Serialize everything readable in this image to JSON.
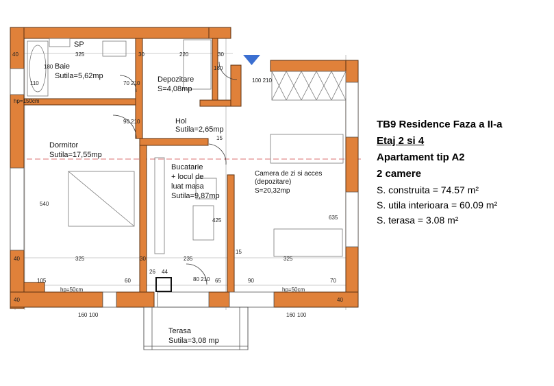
{
  "rooms": {
    "sp": "SP",
    "baie": {
      "name": "Baie",
      "area": "Sutila=5,62mp"
    },
    "depozitare": {
      "name": "Depozitare",
      "area": "S=4,08mp"
    },
    "hol": {
      "name": "Hol",
      "area": "Sutila=2,65mp"
    },
    "dormitor": {
      "name": "Dormitor",
      "area": "Sutila=17,55mp"
    },
    "bucatarie": {
      "line1": "Bucatarie",
      "line2": "+ locul de",
      "line3": "luat masa",
      "area": "Sutila=9,87mp"
    },
    "camera": {
      "line1": "Camera de zi si acces",
      "line2": "(depozitare)",
      "area": "S=20,32mp"
    },
    "terasa": {
      "name": "Terasa",
      "area": "Sutila=3,08 mp"
    }
  },
  "dims": {
    "d325a": "325",
    "d220": "220",
    "d30a": "30",
    "d30b": "30",
    "d30c": "30",
    "d40a": "40",
    "d40b": "40",
    "d40c": "40",
    "d40d": "40",
    "d180a": "180",
    "d180b": "180",
    "d110": "110",
    "d540": "540",
    "d425": "425",
    "d635": "635",
    "d325b": "325",
    "d235": "235",
    "d325c": "325",
    "d15a": "15",
    "d15b": "15",
    "d105": "105",
    "d60": "60",
    "d65": "65",
    "d90": "90",
    "d70": "70",
    "d26": "26",
    "d44": "44",
    "d70_210": "70 210",
    "d90_210": "90 210",
    "d100_210": "100 210",
    "d80_210": "80 210",
    "d160a": "160",
    "d100a": "100",
    "d160b": "160",
    "d100b": "100",
    "hp_a": "hp=50cm",
    "hp_b": "hp=50cm",
    "hp_c": "hp=150cm"
  },
  "info": {
    "title": "TB9 Residence Faza a II-a",
    "floor": "Etaj 2 si 4",
    "type": "Apartament tip A2",
    "rooms": "2 camere",
    "built": "S. construita = 74.57 m²",
    "useful": "S. utila interioara = 60.09 m²",
    "terrace": "S. terasa = 3.08 m²"
  },
  "colors": {
    "wall": "#e0813a",
    "wall_stroke": "#5a3010",
    "accent_marker": "#3b6fd1"
  }
}
